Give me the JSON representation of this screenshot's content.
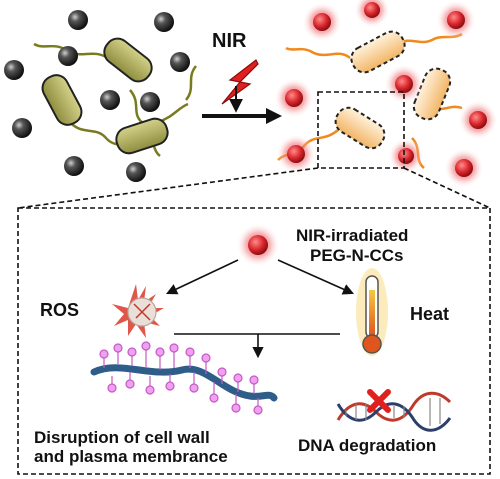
{
  "stimulus_label": "NIR",
  "nanoparticle_label_line1": "NIR-irradiated",
  "nanoparticle_label_line2": "PEG-N-CCs",
  "pathway_left_label": "ROS",
  "pathway_right_label": "Heat",
  "outcome_left_line1": "Disruption of cell wall",
  "outcome_left_line2": "and plasma membrance",
  "outcome_right_label": "DNA degradation",
  "colors": {
    "nanoparticle_dark": "#2b2b2b",
    "nanoparticle_glow": "#e8323a",
    "bacteria_healthy": "#a7a55a",
    "bacteria_damaged": "#f4c07a",
    "flagella_healthy": "#7a7a1e",
    "flagella_damaged": "#f08a1e",
    "lightning": "#e0201e",
    "membrane": "#2f5d8a",
    "lipid": "#e070e0",
    "dna_strand_1": "#c0392b",
    "dna_strand_2": "#2c3e6b",
    "cross": "#e0201e"
  }
}
